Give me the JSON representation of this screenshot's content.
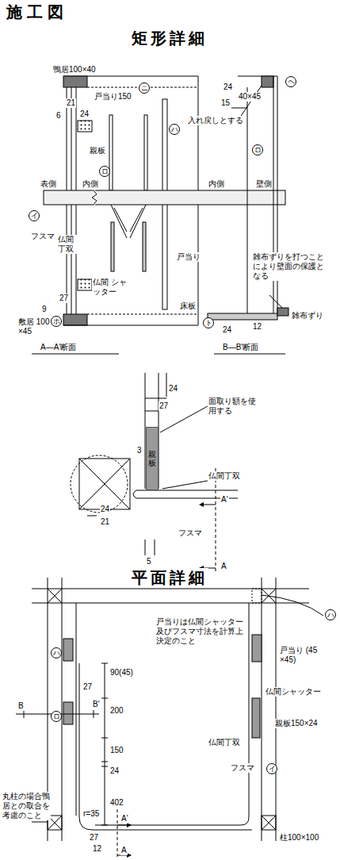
{
  "diagram": {
    "title": "施工図",
    "nodes": [
      {
        "text": [
          "ニ"
        ]
      },
      {
        "text": [
          "ヘ"
        ]
      },
      {
        "text": [
          "ハ"
        ]
      },
      {
        "text": [
          "ロ"
        ]
      },
      {
        "text": [
          "ロ"
        ]
      },
      {
        "text": [
          "イ"
        ]
      },
      {
        "text": [
          "ホ"
        ]
      },
      {
        "text": [
          "ト"
        ]
      },
      {
        "text": [
          "親板"
        ]
      },
      {
        "text": [
          "ハ"
        ]
      },
      {
        "text": [
          "ハ"
        ]
      },
      {
        "text": [
          "ロ"
        ]
      },
      {
        "text": [
          "イ"
        ]
      }
    ],
    "labels": [
      "矩形詳細",
      "鴨居100×40",
      "戸当り150",
      "21",
      "6",
      "24",
      "親板",
      "表側",
      "内側",
      "フスマ",
      "仏間 丁双",
      "仏間 シャッター",
      "戸当り",
      "27",
      "9",
      "敷居 100×45",
      "A—A'断面",
      "24",
      "40×45",
      "15",
      "入れ戻しとする",
      "内側",
      "壁側",
      "雑布ずりを打つことにより壁面の保護となる",
      "床板",
      "24",
      "12",
      "雑布ずり",
      "B—B'断面",
      "24",
      "27",
      "面取り額を使用する",
      "3",
      "仏間丁双",
      "A'",
      "24",
      "21",
      "フスマ",
      "5",
      "A",
      "平面詳細",
      "戸当りは仏間シャッター及びフスマ寸法を計算上決定のこと",
      "戸当り (45×45)",
      "仏間シャッター",
      "親板150×24",
      "90(45)",
      "27",
      "200",
      "150",
      "24",
      "402",
      "B",
      "B'",
      "仏間丁双",
      "フスマ",
      "丸柱の場合鴨居との取合を考慮のこと",
      "r=35",
      "A'",
      "27",
      "12",
      "A",
      "柱100×100"
    ]
  }
}
